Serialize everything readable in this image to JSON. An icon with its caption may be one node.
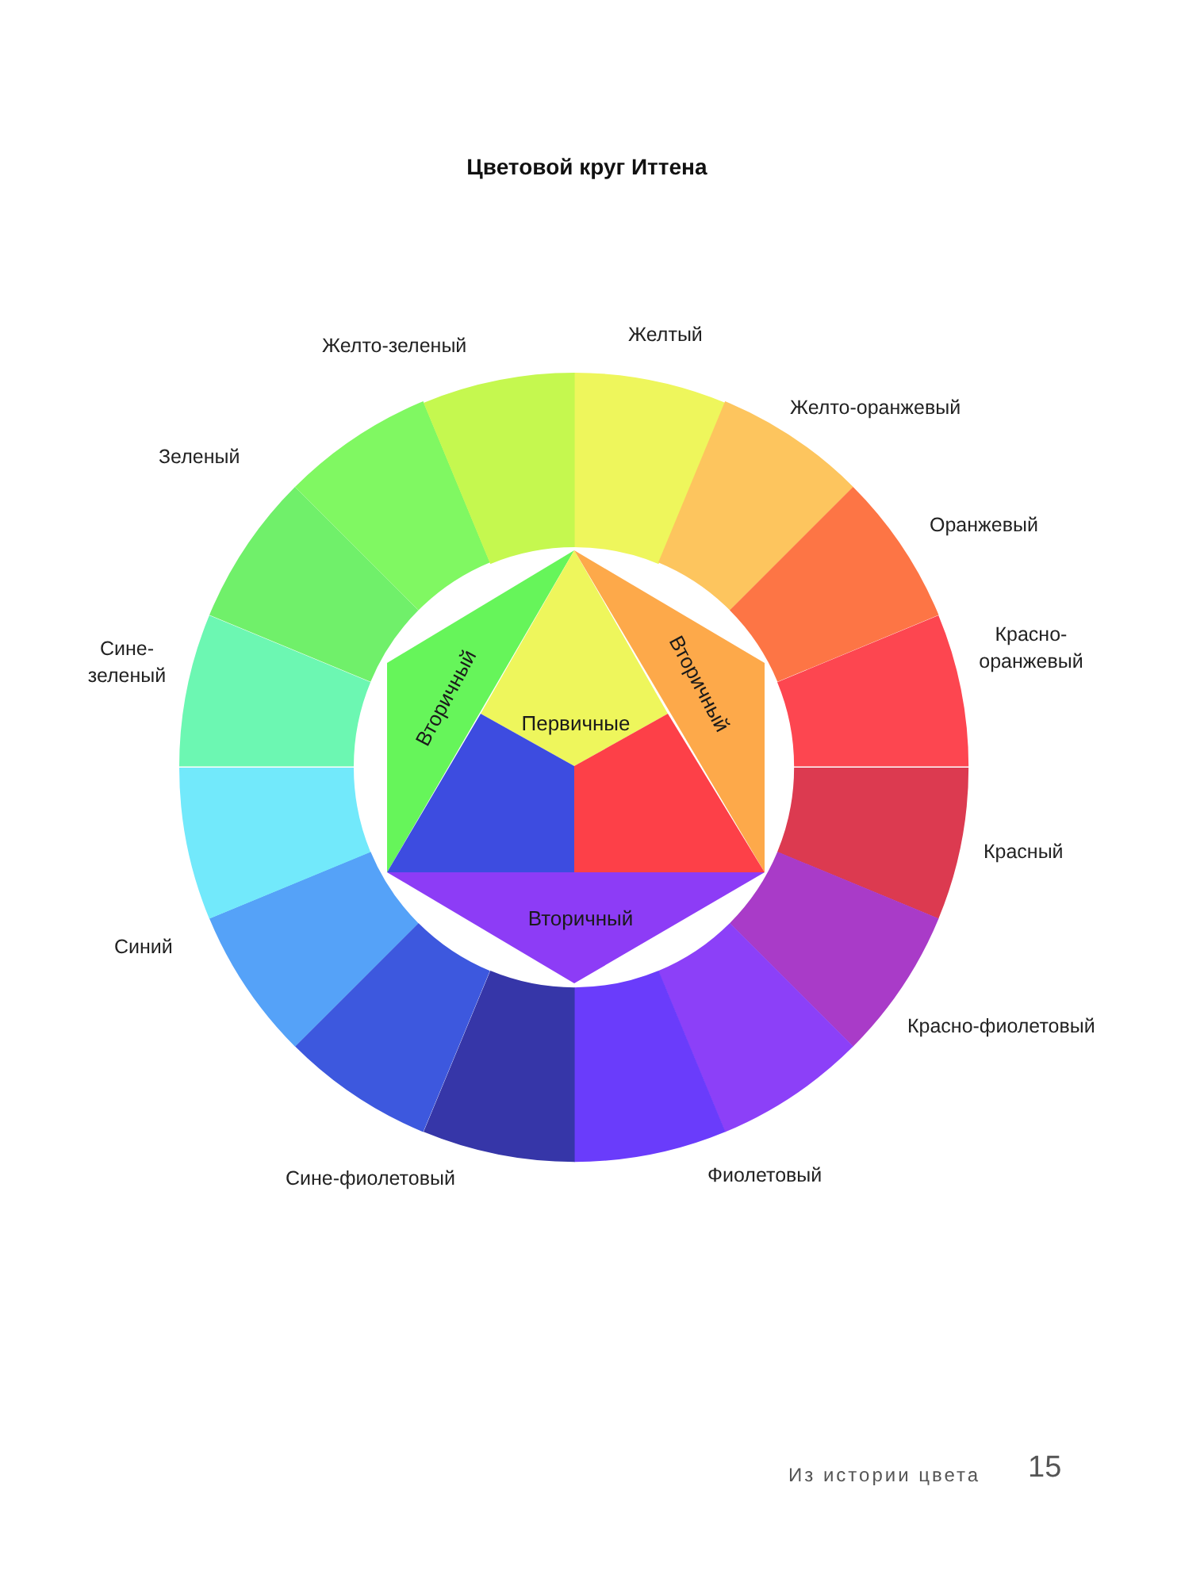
{
  "diagram": {
    "title": "Цветовой круг Иттена",
    "nodes": [
      {
        "text": [
          "Желтый"
        ]
      },
      {
        "text": [
          "Желто-оранжевый"
        ]
      },
      {
        "text": [
          "Оранжевый"
        ]
      },
      {
        "text": [
          "Красно- оранжевый"
        ]
      },
      {
        "text": [
          "Красный"
        ]
      },
      {
        "text": [
          "Красно-фиолетовый"
        ]
      },
      {
        "text": [],
        "shape": "sector"
      },
      {
        "text": [
          "Фиолетовый"
        ]
      },
      {
        "text": [
          "Сине-фиолетовый"
        ]
      },
      {
        "text": [],
        "shape": "sector"
      },
      {
        "text": [
          "Синий"
        ]
      },
      {
        "text": [],
        "shape": "sector"
      },
      {
        "text": [
          "Сине- зеленый"
        ]
      },
      {
        "text": [],
        "shape": "sector"
      },
      {
        "text": [
          "Зеленый"
        ]
      },
      {
        "text": [
          "Желто-зеленый"
        ]
      },
      {
        "text": [
          "Вторичный"
        ]
      },
      {
        "text": [
          "Первичные"
        ]
      },
      {
        "text": [
          "Вторичный"
        ]
      },
      {
        "text": [],
        "shape": "polygon"
      },
      {
        "text": [],
        "shape": "polygon"
      },
      {
        "text": [
          "Вторичный"
        ]
      }
    ],
    "labels": [
      "Из истории цвета",
      "15"
    ]
  }
}
